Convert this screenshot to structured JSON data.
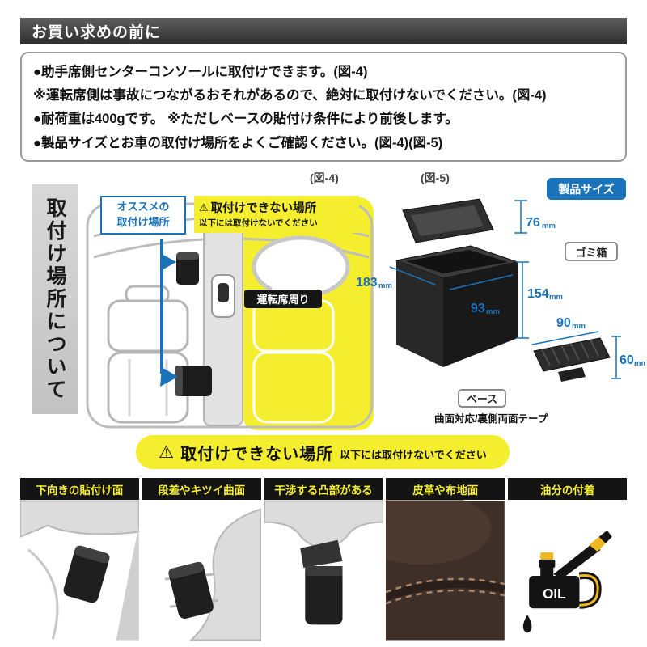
{
  "header": {
    "title": "お買い求めの前に"
  },
  "notes": {
    "lines": [
      "●助手席側センターコンソールに取付けできます。(図-4)",
      "※運転席側は事故につながるおそれがあるので、絶対に取付けないでください。(図-4)",
      "●耐荷重は400gです。 ※ただしベースの貼付け条件により前後します。",
      "●製品サイズとお車の取付け場所をよくご確認ください。(図-4)(図-5)"
    ]
  },
  "icons": {
    "warning": "⚠"
  },
  "section": {
    "side_label": "取付け場所について",
    "fig4": {
      "caption": "(図-4)",
      "recommended_label": "オススメの\n取付け場所",
      "warning_title": "取付けできない場所",
      "warning_sub": "以下には取付けないでください",
      "driver_area_label": "運転席周り"
    },
    "fig5": {
      "caption": "(図-5)",
      "size_badge": "製品サイズ",
      "bin_label": "ゴミ箱",
      "base_label": "ベース",
      "base_note": "曲面対応/裏側両面テープ",
      "dims": {
        "lid_height": "76",
        "body_height": "154",
        "width": "183",
        "depth": "93",
        "base_width": "90",
        "base_height": "60",
        "unit": "mm"
      }
    }
  },
  "banner": {
    "title": "取付けできない場所",
    "sub": "以下には取付けないでください"
  },
  "grid": {
    "items": [
      {
        "label": "下向きの貼付け面"
      },
      {
        "label": "段差やキツイ曲面"
      },
      {
        "label": "干渉する凸部がある"
      },
      {
        "label": "皮革や布地面"
      },
      {
        "label": "油分の付着"
      }
    ],
    "oil_text": "OIL"
  },
  "colors": {
    "accent_yellow": "#f4ee2e",
    "accent_blue": "#1a72b8",
    "bar_dark": "#3d3d3d",
    "leather_brown": "#3f2f29"
  }
}
